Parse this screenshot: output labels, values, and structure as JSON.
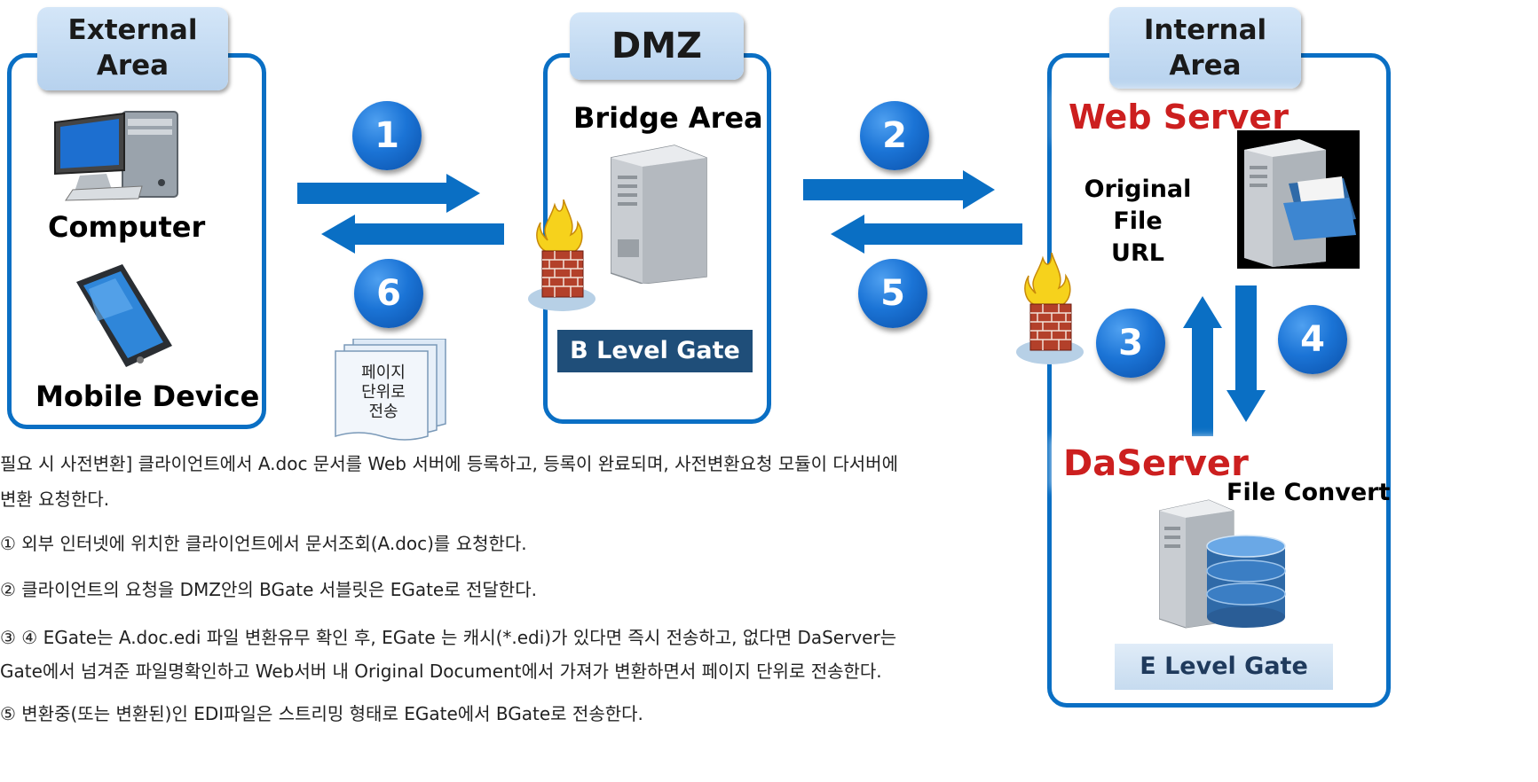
{
  "zones": {
    "external": {
      "tab": [
        "External",
        "Area"
      ],
      "computer": "Computer",
      "mobile": "Mobile Device"
    },
    "dmz": {
      "tab": "DMZ",
      "bridge": "Bridge Area",
      "gate": "B Level Gate"
    },
    "internal": {
      "tab": [
        "Internal",
        "Area"
      ],
      "web_server": "Web Server",
      "original_file": [
        "Original File",
        "URL"
      ],
      "daserver": "DaServer",
      "file_convert": "File Convert",
      "gate": "E Level Gate"
    }
  },
  "steps": [
    "1",
    "2",
    "3",
    "4",
    "5",
    "6"
  ],
  "note": [
    "페이지",
    "단위로",
    "전송"
  ],
  "description": [
    "필요 시 사전변환] 클라이언트에서 A.doc 문서를 Web 서버에 등록하고, 등록이 완료되며, 사전변환요청 모듈이 다서버에",
    "변환 요청한다.",
    "① 외부 인터넷에 위치한 클라이언트에서 문서조회(A.doc)를 요청한다.",
    "② 클라이언트의 요청을 DMZ안의 BGate 서블릿은 EGate로 전달한다.",
    "③ ④ EGate는 A.doc.edi 파일 변환유무 확인 후, EGate 는 캐시(*.edi)가 있다면 즉시 전송하고, 없다면 DaServer는",
    "Gate에서 넘겨준 파일명확인하고 Web서버 내 Original Document에서 가져가 변환하면서 페이지 단위로 전송한다.",
    "⑤ 변환중(또는 변환된)인 EDI파일은 스트리밍 형태로 EGate에서 BGate로 전송한다."
  ],
  "colors": {
    "zone_border": "#0a6fc4",
    "arrow": "#0a6fc4",
    "accent_red": "#cc1f1f",
    "gate_bg": "#1f4e79"
  }
}
